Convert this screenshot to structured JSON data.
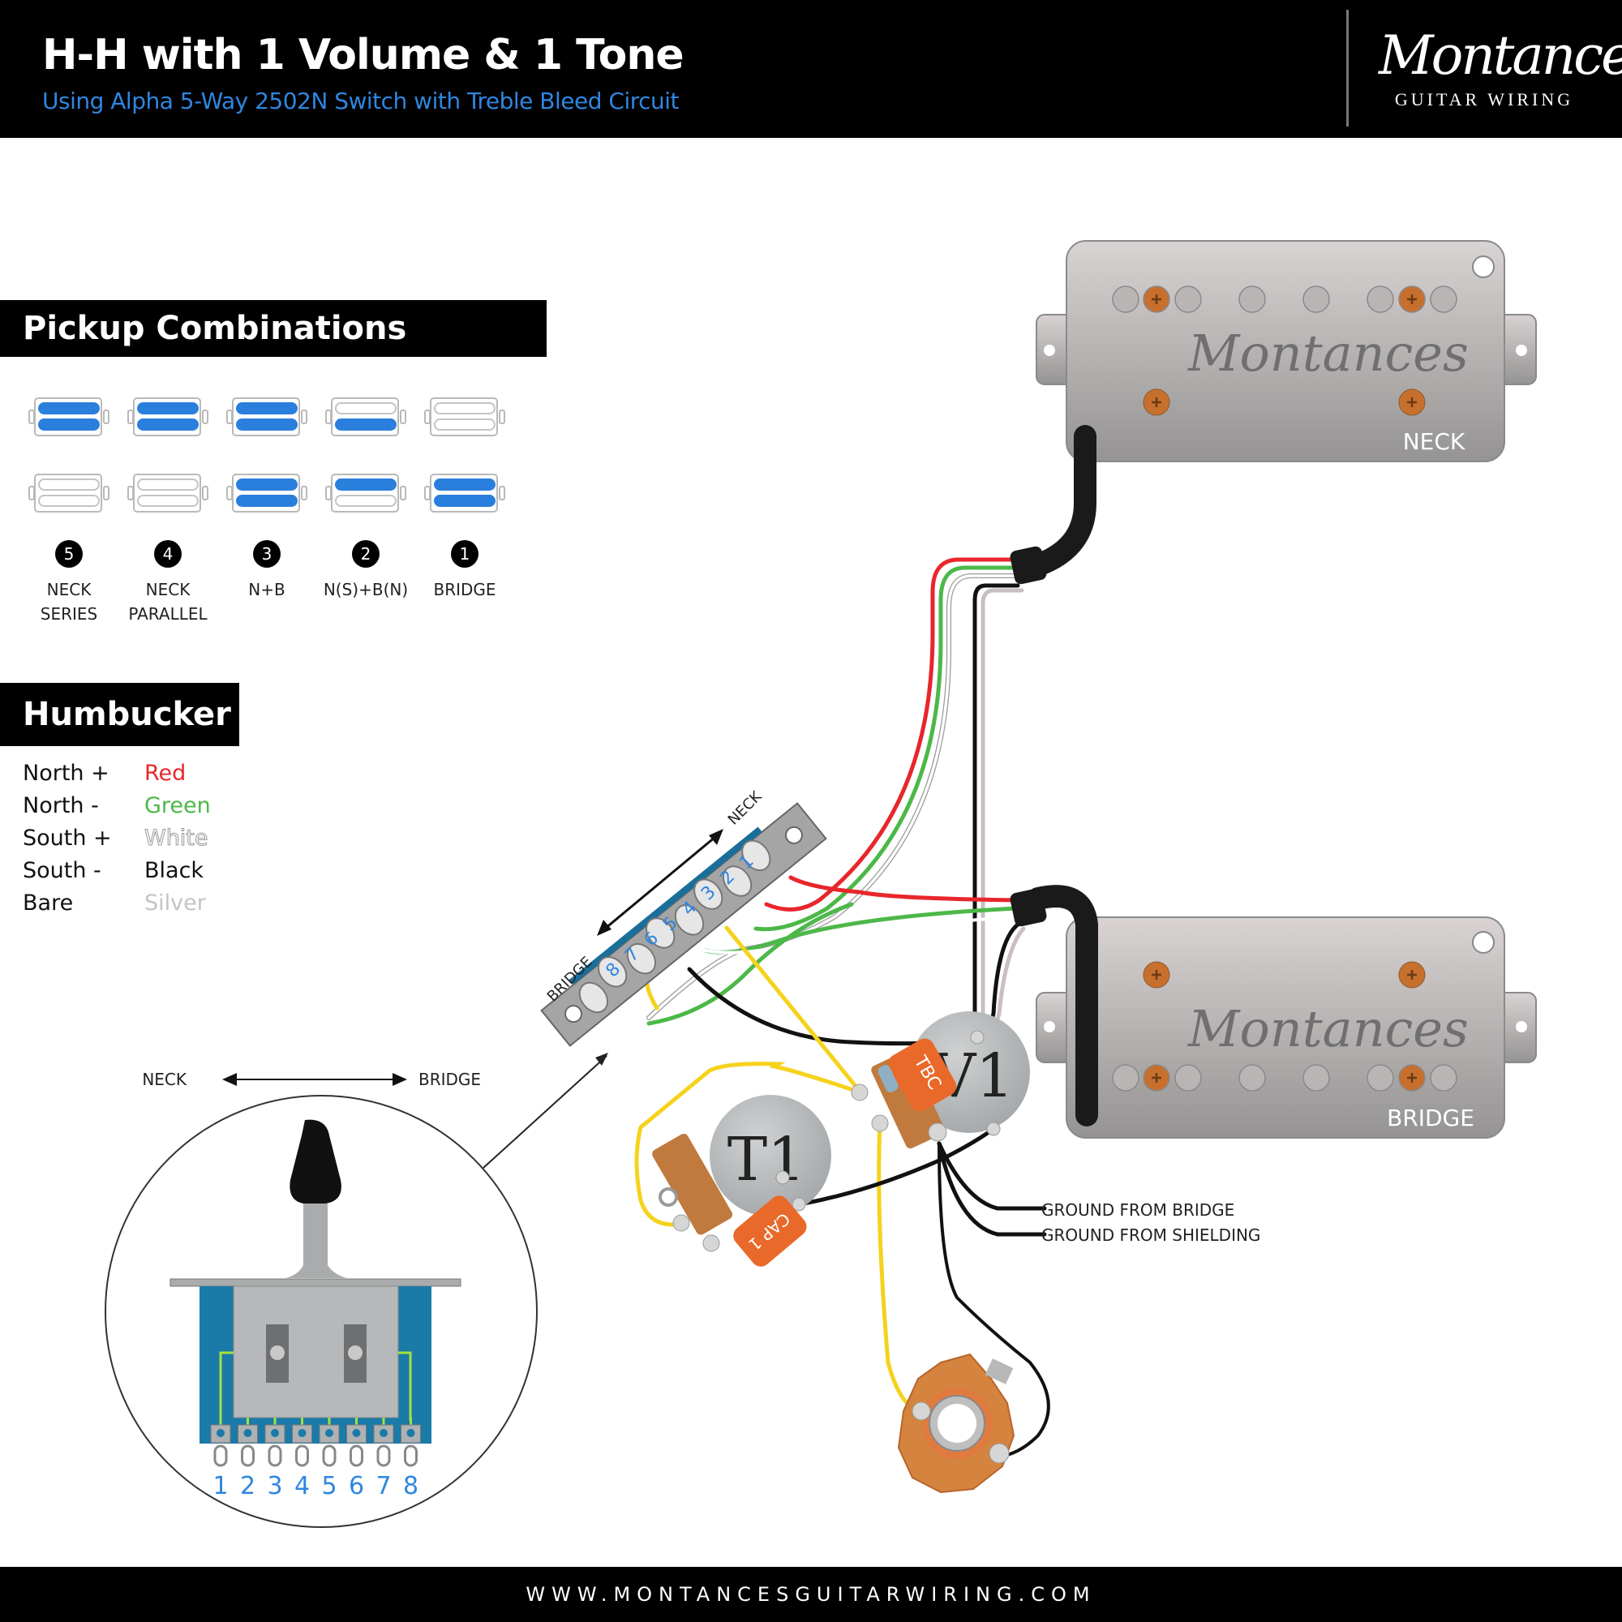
{
  "header": {
    "title": "H-H with 1 Volume & 1 Tone",
    "subtitle": "Using Alpha 5-Way 2502N Switch with Treble Bleed Circuit",
    "logo_script": "Montances",
    "logo_sub": "GUITAR WIRING"
  },
  "colors": {
    "accent_blue": "#2b7fdc",
    "subtitle_blue": "#2f86e0",
    "wire_red": "#e8262b",
    "wire_green": "#4cb848",
    "wire_white": "#ffffff",
    "wire_black": "#111111",
    "wire_silver": "#c9bfbf",
    "wire_yellow": "#f5d21c",
    "component_orange": "#e8692a"
  },
  "pickup_combinations": {
    "heading": "Pickup Combinations",
    "positions": [
      {
        "number": "5",
        "label_lines": [
          "NECK",
          "SERIES"
        ],
        "neck_coils": {
          "top": true,
          "bottom": true
        },
        "bridge_coils": {
          "top": false,
          "bottom": false
        }
      },
      {
        "number": "4",
        "label_lines": [
          "NECK",
          "PARALLEL"
        ],
        "neck_coils": {
          "top": true,
          "bottom": true
        },
        "bridge_coils": {
          "top": false,
          "bottom": false
        }
      },
      {
        "number": "3",
        "label_lines": [
          "N+B",
          ""
        ],
        "neck_coils": {
          "top": true,
          "bottom": true
        },
        "bridge_coils": {
          "top": true,
          "bottom": true
        }
      },
      {
        "number": "2",
        "label_lines": [
          "N(S)+B(N)",
          ""
        ],
        "neck_coils": {
          "top": false,
          "bottom": true
        },
        "bridge_coils": {
          "top": true,
          "bottom": false
        }
      },
      {
        "number": "1",
        "label_lines": [
          "BRIDGE",
          ""
        ],
        "neck_coils": {
          "top": false,
          "bottom": false
        },
        "bridge_coils": {
          "top": true,
          "bottom": true
        }
      }
    ]
  },
  "humbucker_legend": {
    "heading": "Humbucker",
    "rows": [
      {
        "signal": "North +",
        "color_name": "Red",
        "hex": "#e8262b"
      },
      {
        "signal": "North -",
        "color_name": "Green",
        "hex": "#4cb848"
      },
      {
        "signal": "South +",
        "color_name": "White",
        "hex": "#ffffff"
      },
      {
        "signal": "South -",
        "color_name": "Black",
        "hex": "#111111"
      },
      {
        "signal": "Bare",
        "color_name": "Silver",
        "hex": "#c9bfbf"
      }
    ]
  },
  "pickups": {
    "neck": {
      "brand": "Montances",
      "label": "NECK"
    },
    "bridge": {
      "brand": "Montances",
      "label": "BRIDGE"
    }
  },
  "switch_top": {
    "neck_label": "NECK",
    "bridge_label": "BRIDGE",
    "lug_numbers": [
      "1",
      "2",
      "3",
      "4",
      "5",
      "6",
      "7",
      "8"
    ]
  },
  "switch_detail": {
    "neck_label": "NECK",
    "bridge_label": "BRIDGE",
    "lug_numbers": [
      "1",
      "2",
      "3",
      "4",
      "5",
      "6",
      "7",
      "8"
    ]
  },
  "components": {
    "volume": "V1",
    "tone": "T1",
    "treble_bleed": "TBC",
    "capacitor": "CAP 1"
  },
  "ground_labels": {
    "bridge": "GROUND FROM BRIDGE",
    "shielding": "GROUND FROM SHIELDING"
  },
  "footer": {
    "url": "WWW.MONTANCESGUITARWIRING.COM"
  }
}
